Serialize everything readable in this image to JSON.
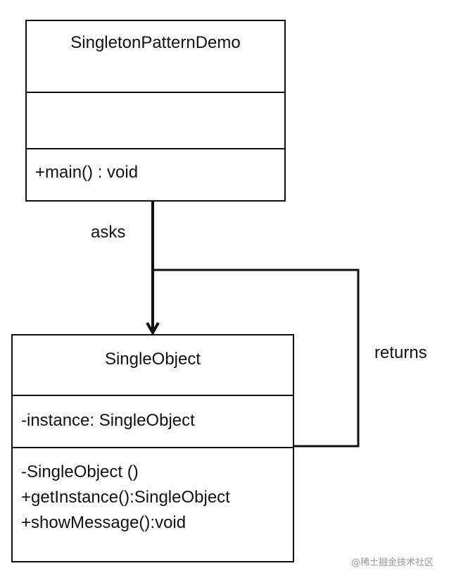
{
  "diagram": {
    "classes": {
      "demo": {
        "name": "SingletonPatternDemo",
        "attributes": [],
        "operations": [
          "+main() : void"
        ]
      },
      "single": {
        "name": "SingleObject",
        "attributes": [
          "-instance: SingleObject"
        ],
        "operations": [
          "-SingleObject ()",
          "+getInstance():SingleObject",
          "+showMessage():void"
        ]
      }
    },
    "relations": {
      "asks_label": "asks",
      "returns_label": "returns"
    }
  },
  "watermark": "@稀土掘金技术社区"
}
